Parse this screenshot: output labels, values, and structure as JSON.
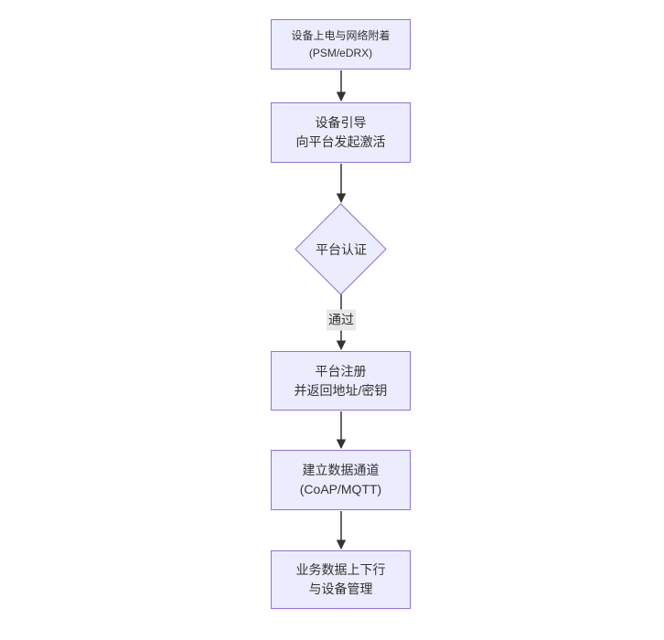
{
  "diagram": {
    "type": "flowchart",
    "direction": "top-down",
    "colors": {
      "background": "#ffffff",
      "node_fill": "#ECECFF",
      "node_border": "#9370DB",
      "text": "#333333",
      "edge": "#333333",
      "edge_label_bg": "#e8e8e8"
    },
    "nodes": [
      {
        "id": "A",
        "shape": "rect",
        "lines": [
          "设备上电与网络附着",
          "(PSM/eDRX)"
        ]
      },
      {
        "id": "B",
        "shape": "rect",
        "lines": [
          "设备引导",
          "向平台发起激活"
        ]
      },
      {
        "id": "C",
        "shape": "diamond",
        "lines": [
          "平台认证"
        ]
      },
      {
        "id": "D",
        "shape": "rect",
        "lines": [
          "平台注册",
          "并返回地址/密钥"
        ]
      },
      {
        "id": "E",
        "shape": "rect",
        "lines": [
          "建立数据通道",
          "(CoAP/MQTT)"
        ]
      },
      {
        "id": "F",
        "shape": "rect",
        "lines": [
          "业务数据上下行",
          "与设备管理"
        ]
      }
    ],
    "edges": [
      {
        "from": "A",
        "to": "B",
        "label": ""
      },
      {
        "from": "B",
        "to": "C",
        "label": ""
      },
      {
        "from": "C",
        "to": "D",
        "label": "通过"
      },
      {
        "from": "D",
        "to": "E",
        "label": ""
      },
      {
        "from": "E",
        "to": "F",
        "label": ""
      }
    ]
  }
}
